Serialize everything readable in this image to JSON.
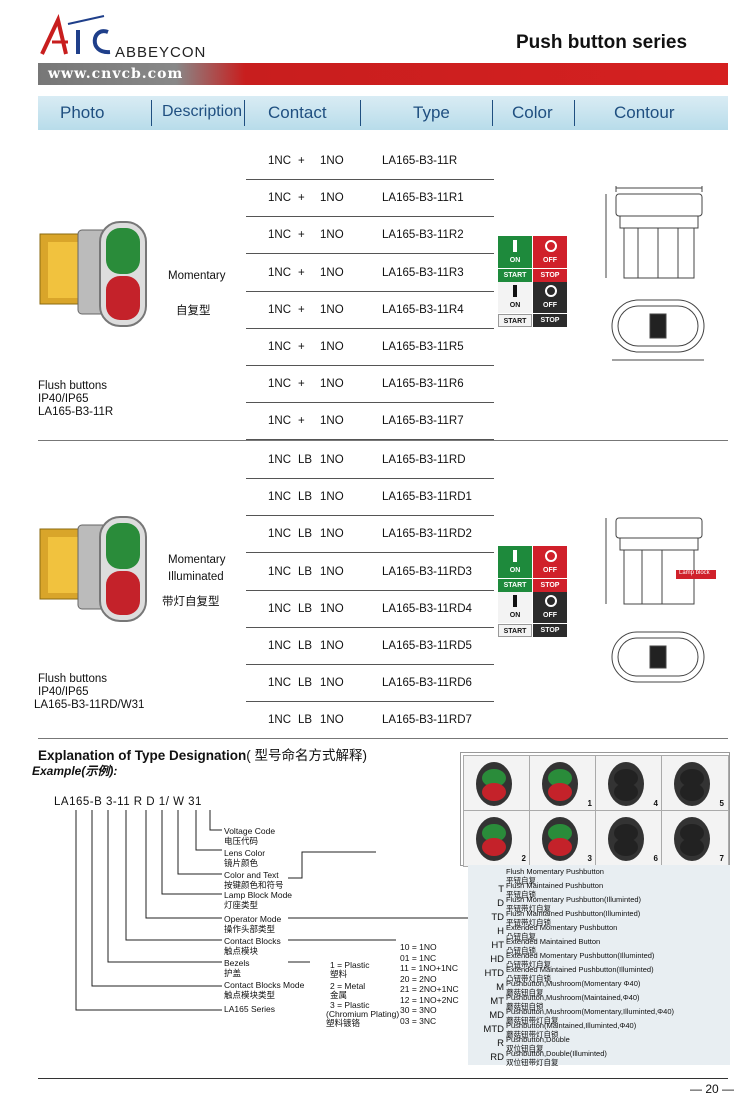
{
  "header": {
    "brand": "ABBEYCON",
    "series_title": "Push button series",
    "url": "www.cnvcb.com"
  },
  "columns": [
    "Photo",
    "Description",
    "Contact",
    "Type",
    "Color",
    "Contour"
  ],
  "section1": {
    "description_en": "Momentary",
    "description_cn": "自复型",
    "photo_caption": [
      "Flush buttons",
      "IP40/IP65",
      "LA165-B3-11R"
    ],
    "rows": [
      {
        "c1": "1NC",
        "c2": "+",
        "c3": "1NO",
        "type": "LA165-B3-11R"
      },
      {
        "c1": "1NC",
        "c2": "+",
        "c3": "1NO",
        "type": "LA165-B3-11R1"
      },
      {
        "c1": "1NC",
        "c2": "+",
        "c3": "1NO",
        "type": "LA165-B3-11R2"
      },
      {
        "c1": "1NC",
        "c2": "+",
        "c3": "1NO",
        "type": "LA165-B3-11R3"
      },
      {
        "c1": "1NC",
        "c2": "+",
        "c3": "1NO",
        "type": "LA165-B3-11R4"
      },
      {
        "c1": "1NC",
        "c2": "+",
        "c3": "1NO",
        "type": "LA165-B3-11R5"
      },
      {
        "c1": "1NC",
        "c2": "+",
        "c3": "1NO",
        "type": "LA165-B3-11R6"
      },
      {
        "c1": "1NC",
        "c2": "+",
        "c3": "1NO",
        "type": "LA165-B3-11R7"
      }
    ]
  },
  "section2": {
    "description_en1": "Momentary",
    "description_en2": "Illuminated",
    "description_cn": "带灯自复型",
    "photo_caption": [
      "Flush buttons",
      "IP40/IP65",
      "LA165-B3-11RD/W31"
    ],
    "lamp_block": "Lamp block",
    "rows": [
      {
        "c1": "1NC",
        "c2": "LB",
        "c3": "1NO",
        "type": "LA165-B3-11RD"
      },
      {
        "c1": "1NC",
        "c2": "LB",
        "c3": "1NO",
        "type": "LA165-B3-11RD1"
      },
      {
        "c1": "1NC",
        "c2": "LB",
        "c3": "1NO",
        "type": "LA165-B3-11RD2"
      },
      {
        "c1": "1NC",
        "c2": "LB",
        "c3": "1NO",
        "type": "LA165-B3-11RD3"
      },
      {
        "c1": "1NC",
        "c2": "LB",
        "c3": "1NO",
        "type": "LA165-B3-11RD4"
      },
      {
        "c1": "1NC",
        "c2": "LB",
        "c3": "1NO",
        "type": "LA165-B3-11RD5"
      },
      {
        "c1": "1NC",
        "c2": "LB",
        "c3": "1NO",
        "type": "LA165-B3-11RD6"
      },
      {
        "c1": "1NC",
        "c2": "LB",
        "c3": "1NO",
        "type": "LA165-B3-11RD7"
      }
    ]
  },
  "color_panel": {
    "on": "ON",
    "off": "OFF",
    "start": "START",
    "stop": "STOP",
    "green": "#1e8a3c",
    "red": "#d0202a",
    "dark": "#2b2b2b"
  },
  "designation": {
    "title": "Explanation of Type Designation",
    "title_cn": "( 型号命名方式解释)",
    "example": "Example",
    "example_cn": "(示例):",
    "code": "LA165-B 3-11 R D 1/ W 31",
    "labels": [
      {
        "en": "Voltage Code",
        "cn": "电压代码"
      },
      {
        "en": "Lens Color",
        "cn": "镜片颜色"
      },
      {
        "en": "Color and Text",
        "cn": "按键颜色和符号"
      },
      {
        "en": "Lamp Block Mode",
        "cn": "灯座类型"
      },
      {
        "en": "Operator Mode",
        "cn": "操作头部类型"
      },
      {
        "en": "Contact Blocks",
        "cn": "触点模块"
      },
      {
        "en": "Bezels",
        "cn": "护盖"
      },
      {
        "en": "Contact Blocks Mode",
        "cn": "触点模块类型"
      },
      {
        "en": "LA165  Series",
        "cn": ""
      }
    ],
    "bezel_options": [
      "1 = Plastic",
      "塑料",
      "2 = Metal",
      "金属",
      "3 = Plastic",
      "(Chromium Plating)",
      "塑料镀铬"
    ],
    "contact_options": [
      "10 = 1NO",
      "01 = 1NC",
      "11 = 1NO+1NC",
      "20 = 2NO",
      "21 = 2NO+1NC",
      "12 = 1NO+2NC",
      "30 = 3NO",
      "03 = 3NC"
    ],
    "operator_list": [
      {
        "code": "",
        "en": "Flush Momentary Pushbutton",
        "cn": "平钮自复"
      },
      {
        "code": "T",
        "en": "Flush Maintained Pushbutton",
        "cn": "平钮自锁"
      },
      {
        "code": "D",
        "en": "Flush Momentary Pushbutton(Illuminted)",
        "cn": "平钮带灯自复"
      },
      {
        "code": "TD",
        "en": "Flush Maintained Pushbutton(Illuminted)",
        "cn": "平钮带灯自锁"
      },
      {
        "code": "H",
        "en": "Extended Momentary Pushbutton",
        "cn": "凸钮自复"
      },
      {
        "code": "HT",
        "en": "Extended Maintained Button",
        "cn": "凸钮自锁"
      },
      {
        "code": "HD",
        "en": "Extended Momentary Pushbutton(Illuminted)",
        "cn": "凸钮带灯自复"
      },
      {
        "code": "HTD",
        "en": "Extended Maintained Pushbutton(Illuminted)",
        "cn": "凸钮带灯自锁"
      },
      {
        "code": "M",
        "en": "Pushbutton,Mushroom(Momentary Φ40)",
        "cn": "蘑菇钮自复"
      },
      {
        "code": "MT",
        "en": "Pushbutton,Mushroom(Maintained,Φ40)",
        "cn": "蘑菇钮自锁"
      },
      {
        "code": "MD",
        "en": "Pushbutton,Mushroom(Momentary,Illuminted,Φ40)",
        "cn": "蘑菇钮带灯自复"
      },
      {
        "code": "MTD",
        "en": "Pushbutton(Maintained,Illuminted,Φ40)",
        "cn": "蘑菇钮带灯自锁"
      },
      {
        "code": "R",
        "en": "Pushbutton,Double",
        "cn": "双位钮自复"
      },
      {
        "code": "RD",
        "en": "Pushbutton,Double(Illuminted)",
        "cn": "双位钮带灯自复"
      }
    ],
    "photo_numbers": [
      "1",
      "2",
      "3",
      "4",
      "5",
      "6",
      "7"
    ]
  },
  "footer": {
    "page": "— 20 —"
  }
}
